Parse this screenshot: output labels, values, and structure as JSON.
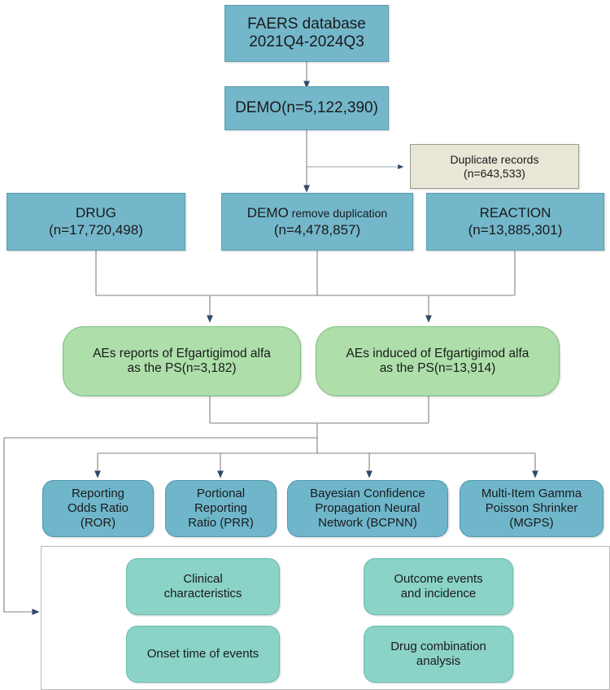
{
  "diagram": {
    "title": "FAERS pharmacovigilance study flowchart",
    "colors": {
      "blue_fill": "#74b7cb",
      "blue_stroke": "#5a9dad",
      "green_fill": "#aedfab",
      "green_stroke": "#7fc07c",
      "teal_fill": "#8ad3c6",
      "teal_stroke": "#6bbcae",
      "beige_fill": "#e8e6d7",
      "beige_stroke": "#9a9a8c",
      "edge_stroke": "#808080",
      "arrow_fill": "#2e4a66"
    },
    "nodes": {
      "source": {
        "line1": "FAERS database",
        "line2": "2021Q4-2024Q3"
      },
      "demo": {
        "line1": "DEMO(n=5,122,390)"
      },
      "duplicate": {
        "line1": "Duplicate records",
        "line2": "(n=643,533)"
      },
      "drug": {
        "line1": "DRUG",
        "line2": "(n=17,720,498)"
      },
      "demo_dedup": {
        "line1a": "DEMO",
        "line1b": " remove duplication",
        "line2": "(n=4,478,857)"
      },
      "reaction": {
        "line1": "REACTION",
        "line2": "(n=13,885,301)"
      },
      "ae_reports": {
        "line1": "AEs reports of Efgartigimod alfa",
        "line2": "as the PS(n=3,182)"
      },
      "ae_induced": {
        "line1": "AEs induced of  Efgartigimod alfa",
        "line2": "as the PS(n=13,914)"
      },
      "ror": {
        "line1": "Reporting",
        "line2": "Odds Ratio",
        "line3": "(ROR)"
      },
      "prr": {
        "line1": "Portional",
        "line2": "Reporting",
        "line3": "Ratio (PRR)"
      },
      "bcpnn": {
        "line1": "Bayesian Confidence",
        "line2": "Propagation Neural",
        "line3": "Network (BCPNN)"
      },
      "mgps": {
        "line1": "Multi-Item Gamma",
        "line2": "Poisson Shrinker",
        "line3": "(MGPS)"
      },
      "clinical": {
        "line1": "Clinical",
        "line2": "characteristics"
      },
      "outcome": {
        "line1": "Outcome events",
        "line2": "and incidence"
      },
      "onset": {
        "line1": "Onset time of events",
        "line2": ""
      },
      "drugcombo": {
        "line1": "Drug combination",
        "line2": "analysis"
      }
    }
  }
}
